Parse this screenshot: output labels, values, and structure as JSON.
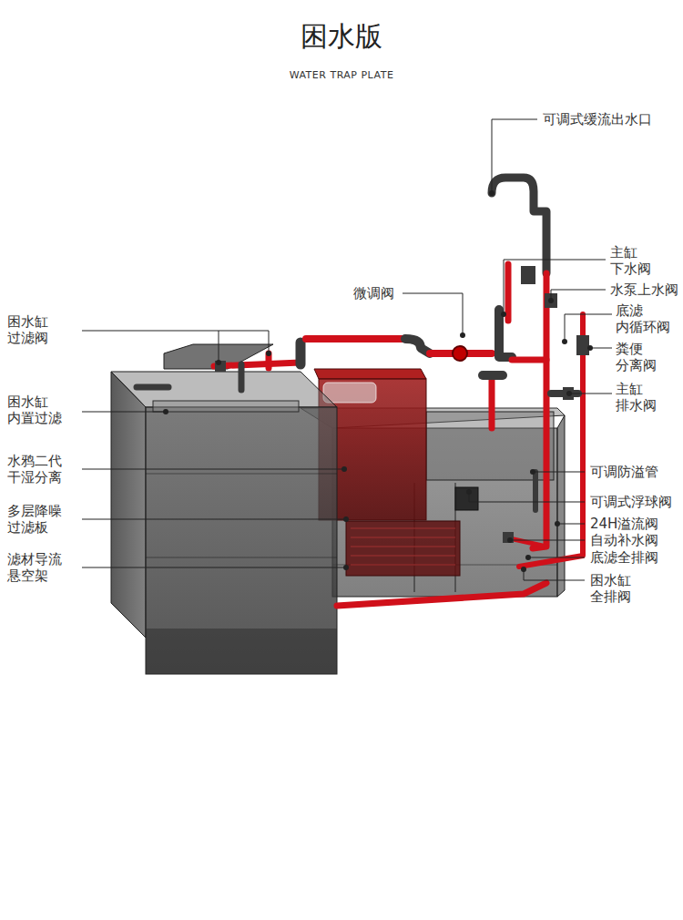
{
  "diagram": {
    "title": "困水版",
    "labels": [
      "WATER TRAP PLATE",
      "可调式缓流出水口",
      "主缸 下水阀",
      "水泵上水阀",
      "微调阀",
      "困水缸 过滤阀",
      "底滤 内循环阀",
      "粪便 分离阀",
      "困水缸 内置过滤",
      "主缸 排水阀",
      "水鸦二代 干湿分离",
      "可调防溢管",
      "可调式浮球阀",
      "多层降噪 过滤板",
      "24H溢流阀",
      "自动补水阀",
      "底滤全排阀",
      "滤材导流 悬空架",
      "困水缸 全排阀"
    ]
  }
}
